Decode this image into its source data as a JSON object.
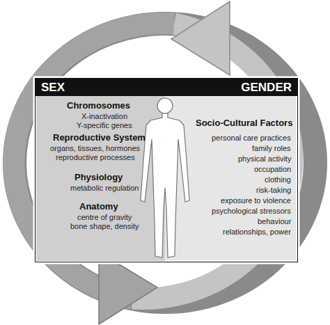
{
  "diagram": {
    "nodes": [
      {
        "text": [
          "SEX",
          "GENDER"
        ]
      }
    ],
    "edges": [],
    "labels": [
      "Chromosomes",
      "X-inactivation",
      "Y-specific genes",
      "Reproductive System",
      "organs, tissues, hormones",
      "reproductive processes",
      "Physiology",
      "metabolic regulation",
      "Anatomy",
      "centre of gravity",
      "bone shape, density",
      "Socio-Cultural Factors",
      "personal care practices",
      "family roles",
      "physical activity",
      "occupation",
      "clothing",
      "risk-taking",
      "exposure to violence",
      "psychological stressors",
      "behaviour",
      "relationships, power"
    ]
  }
}
